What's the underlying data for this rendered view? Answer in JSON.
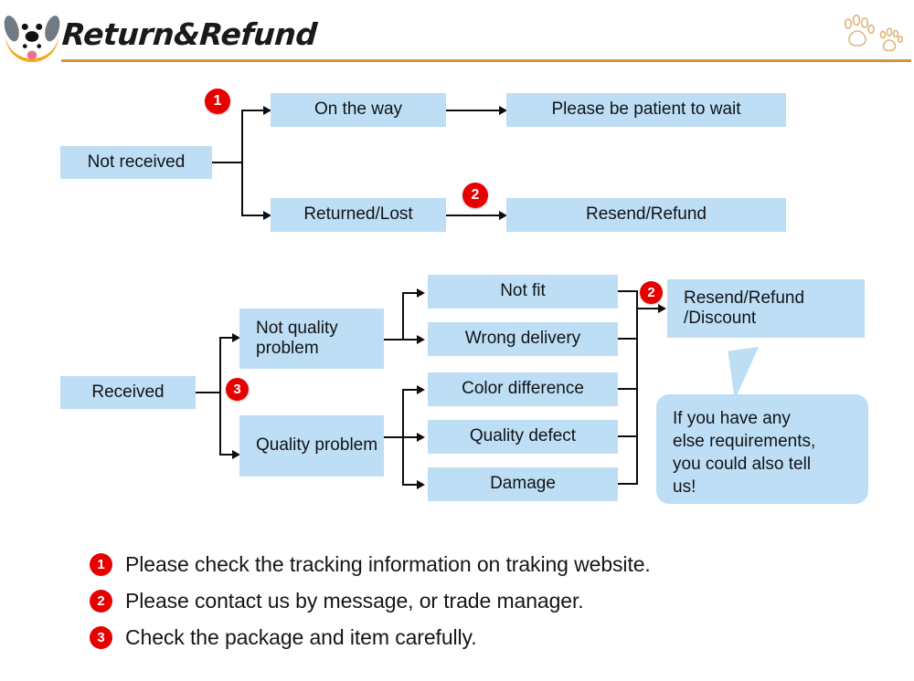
{
  "header": {
    "title": "Return&Refund",
    "logo_icon": "dog-face-icon",
    "paw_icon": "paw-print-icon",
    "accent_color": "#d9903f",
    "box_color": "#bddef4",
    "badge_color": "#e60000"
  },
  "flow_not_received": {
    "root": "Not received",
    "badge_1": "1",
    "badge_2": "2",
    "branches": [
      {
        "cause": "On the way",
        "result": "Please be patient to wait"
      },
      {
        "cause": "Returned/Lost",
        "result": "Resend/Refund"
      }
    ]
  },
  "flow_received": {
    "root": "Received",
    "badge_3": "3",
    "badge_2": "2",
    "categories": [
      {
        "label": "Not quality problem",
        "reasons": [
          "Not fit",
          "Wrong delivery"
        ]
      },
      {
        "label": "Quality problem",
        "reasons": [
          "Color difference",
          "Quality defect",
          "Damage"
        ]
      }
    ],
    "outcome": "Resend/Refund\n/Discount",
    "outcome_line1": "Resend/Refund",
    "outcome_line2": "/Discount",
    "bubble": "If you have any else requirements, you could also tell us!",
    "bubble_lines": [
      "If you have any",
      "else requirements,",
      "you could also tell",
      "us!"
    ]
  },
  "notes": [
    {
      "num": "1",
      "text": "Please check the tracking information on traking website."
    },
    {
      "num": "2",
      "text": "Please contact us by message, or trade manager."
    },
    {
      "num": "3",
      "text": "Check the package and item carefully."
    }
  ]
}
